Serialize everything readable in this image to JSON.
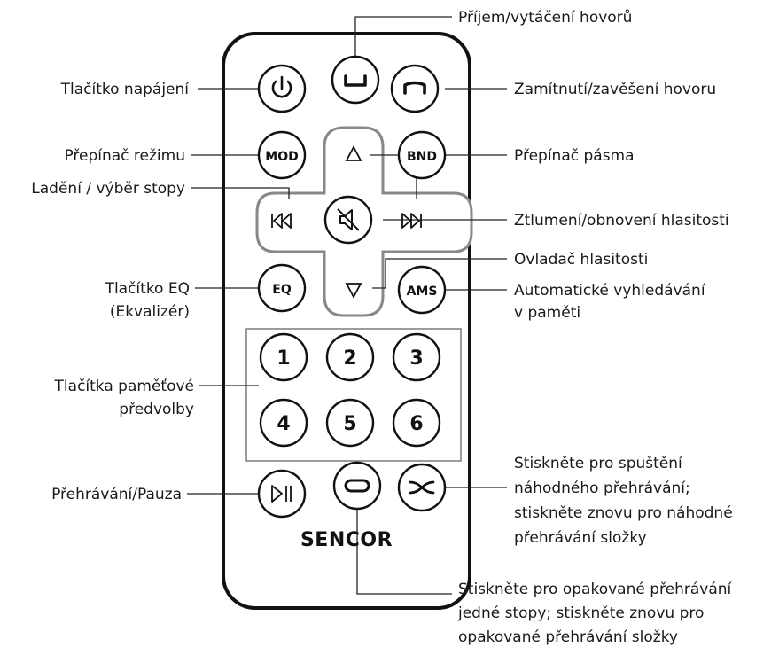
{
  "brand": "SENCOR",
  "buttons": {
    "mode": "MOD",
    "band": "BND",
    "eq": "EQ",
    "ams": "AMS",
    "numbers": [
      "1",
      "2",
      "3",
      "4",
      "5",
      "6"
    ]
  },
  "labels": {
    "power": "Tlačítko napájení",
    "mode": "Přepínač režimu",
    "tuning": "Ladění / výběr stopy",
    "eq_line1": "Tlačítko EQ",
    "eq_line2": "(Ekvalizér)",
    "presets_line1": "Tlačítka paměťové",
    "presets_line2": "předvolby",
    "play_pause": "Přehrávání/Pauza",
    "answer_call": "Příjem/vytáčení hovorů",
    "reject_call": "Zamítnutí/zavěšení hovoru",
    "band": "Přepínač pásma",
    "mute": "Ztlumení/obnovení hlasitosti",
    "volume": "Ovladač hlasitosti",
    "ams_line1": "Automatické vyhledávání",
    "ams_line2": "v paměti",
    "shuffle_line1": "Stiskněte pro spuštění",
    "shuffle_line2": "náhodného přehrávání;",
    "shuffle_line3": "stiskněte znovu pro náhodné",
    "shuffle_line4": "přehrávání složky",
    "repeat_line1": "Stiskněte pro opakované přehrávání",
    "repeat_line2": "jedné stopy; stiskněte znovu pro",
    "repeat_line3": "opakované přehrávání složky"
  }
}
